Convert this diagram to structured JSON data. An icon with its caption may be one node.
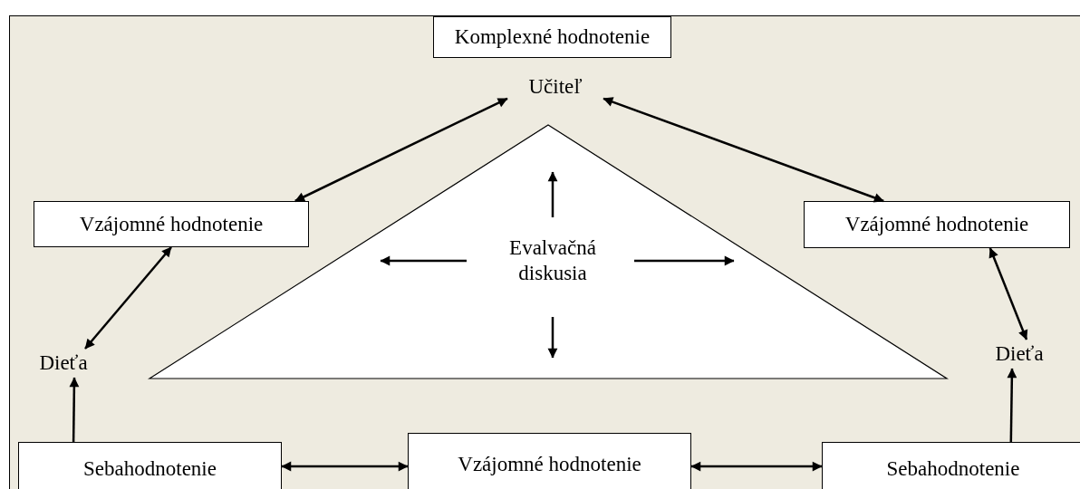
{
  "diagram": {
    "nodes": [
      {
        "text": [
          "Komplexné hodnotenie"
        ]
      },
      {
        "text": [
          "Učiteľ"
        ]
      },
      {
        "text": [
          "Vzájomné hodnotenie"
        ]
      },
      {
        "text": [
          "Vzájomné hodnotenie"
        ]
      },
      {
        "text": [
          "Evalvačná diskusia"
        ]
      },
      {
        "text": [
          "Dieťa"
        ]
      },
      {
        "text": [
          "Dieťa"
        ]
      },
      {
        "text": [
          "Sebahodnotenie"
        ]
      },
      {
        "text": [
          "Vzájomné hodnotenie"
        ]
      },
      {
        "text": [
          "Sebahodnotenie"
        ]
      }
    ],
    "edges": [
      {
        "from": 2,
        "to": 1,
        "arrow": "both"
      },
      {
        "from": 1,
        "to": 3,
        "arrow": "both"
      },
      {
        "from": 5,
        "to": 2,
        "arrow": "both"
      },
      {
        "from": 6,
        "to": 3,
        "arrow": "both"
      },
      {
        "from": 7,
        "to": 5,
        "arrow": "to"
      },
      {
        "from": 9,
        "to": 6,
        "arrow": "to"
      },
      {
        "from": 7,
        "to": 8,
        "arrow": "both"
      },
      {
        "from": 8,
        "to": 9,
        "arrow": "both"
      }
    ]
  }
}
